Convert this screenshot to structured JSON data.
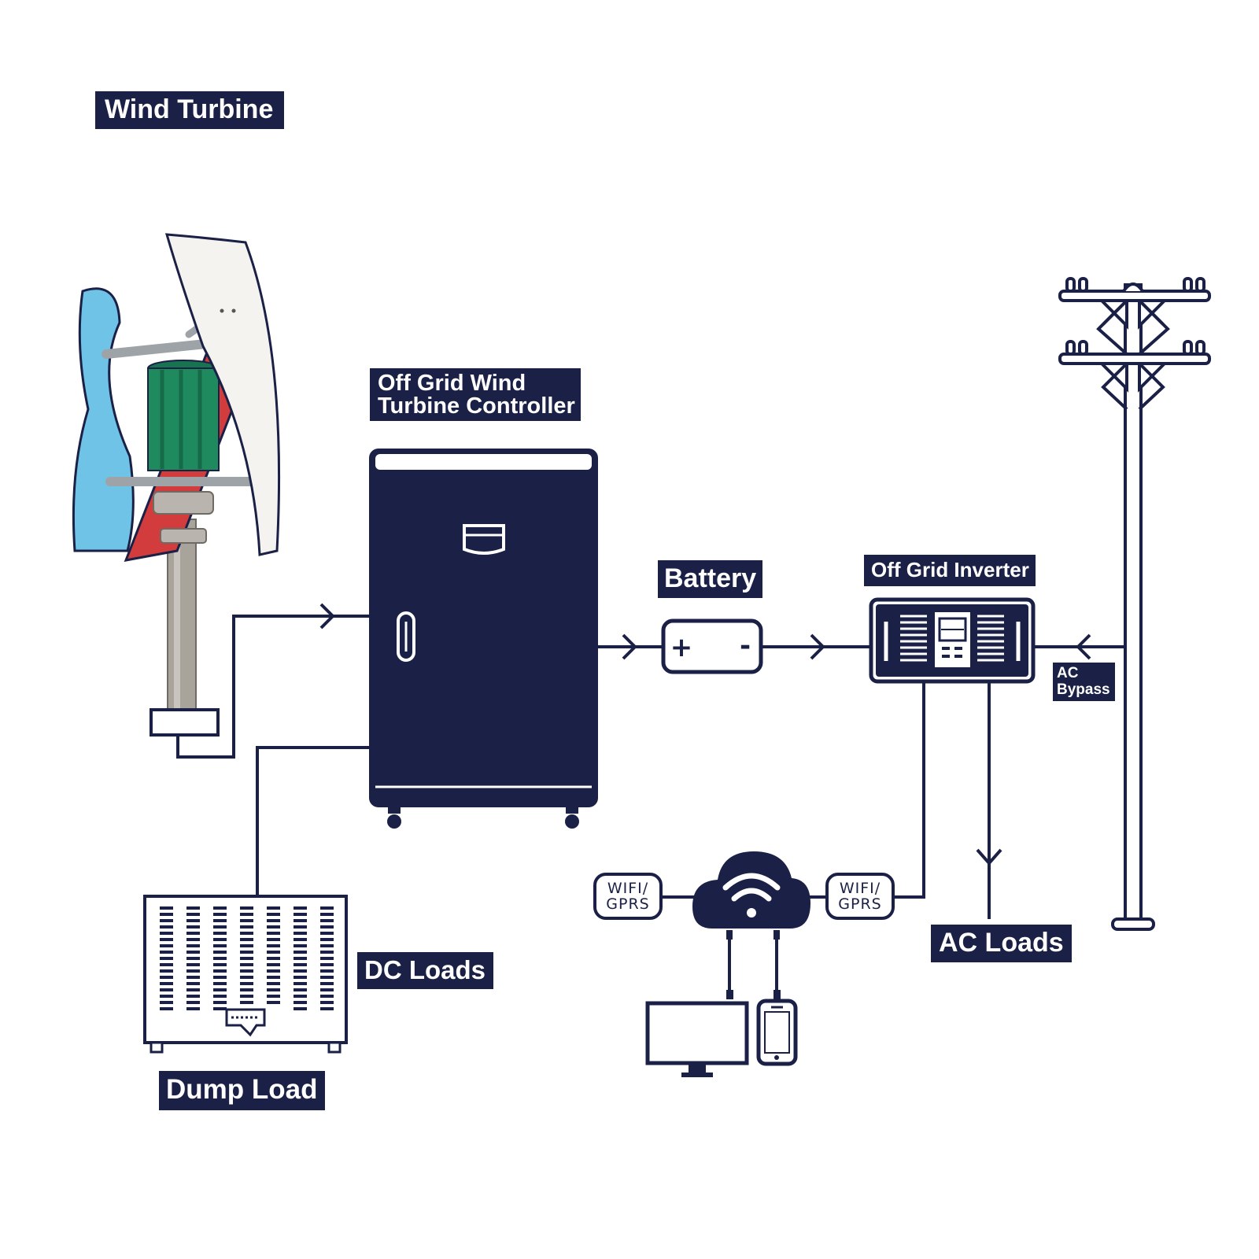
{
  "labels": {
    "wind_turbine": "Wind Turbine",
    "controller": [
      "Off Grid Wind",
      "Turbine Controller"
    ],
    "battery": "Battery",
    "inverter": "Off Grid Inverter",
    "ac_bypass": [
      "AC",
      "Bypass"
    ],
    "dc_loads": "DC Loads",
    "ac_loads": "AC Loads",
    "dump_load": "Dump Load"
  },
  "battery_terminals": {
    "plus": "+",
    "minus": "-"
  },
  "wifi_left": [
    "WIFI/",
    "GPRS"
  ],
  "wifi_right": [
    "WIFI/",
    "GPRS"
  ],
  "icons": [
    "wind-turbine-icon",
    "controller-cabinet-icon",
    "battery-icon",
    "inverter-icon",
    "utility-pole-icon",
    "dump-load-icon",
    "cloud-wifi-icon",
    "monitor-icon",
    "phone-icon"
  ],
  "colors": {
    "navy": "#1b2046",
    "blade_blue": "#6ec3e6",
    "blade_red": "#d23c3c",
    "generator_green": "#1e8a5e"
  }
}
